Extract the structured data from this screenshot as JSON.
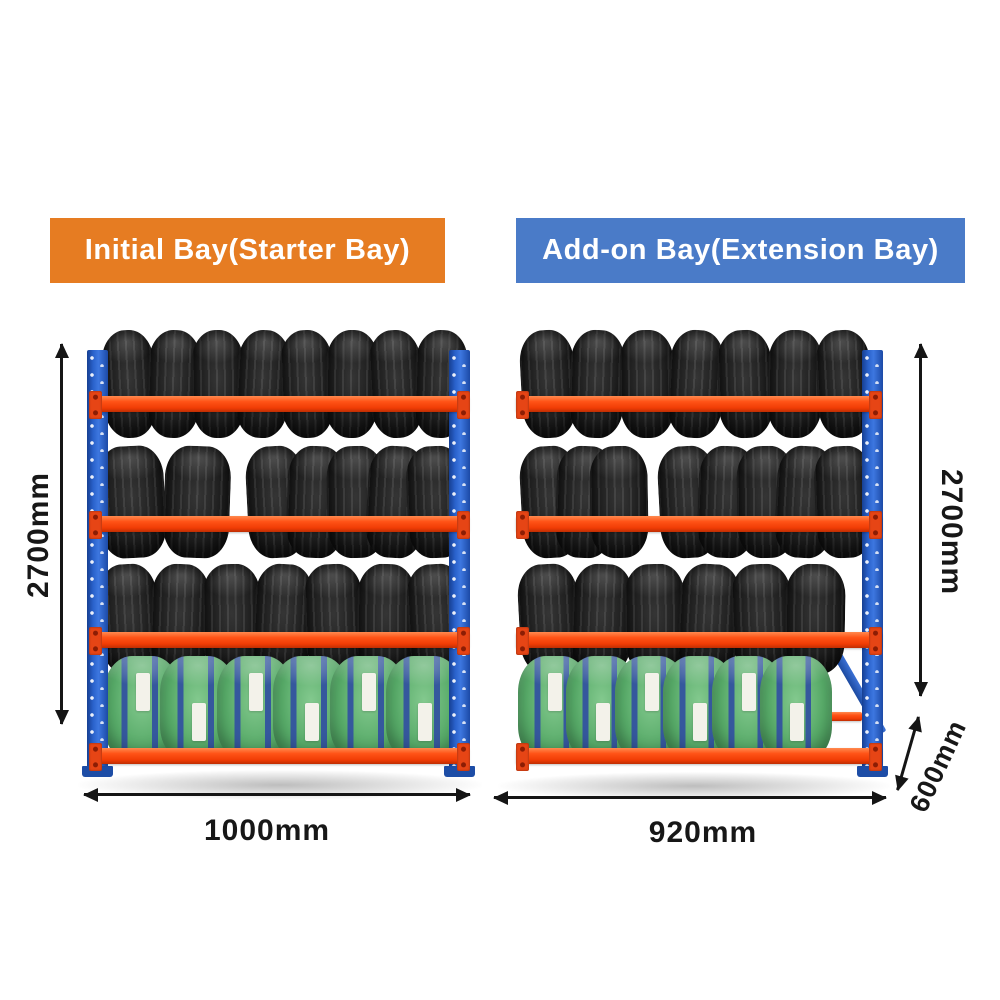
{
  "banners": {
    "starter": {
      "label": "Initial Bay(Starter Bay)",
      "bg_color": "#E67C22",
      "text_color": "#FFFFFF"
    },
    "extension": {
      "label": "Add-on Bay(Extension Bay)",
      "bg_color": "#4A7BC8",
      "text_color": "#FFFFFF"
    }
  },
  "dimensions": {
    "starter_height": "2700mm",
    "starter_width": "1000mm",
    "extension_height": "2700mm",
    "extension_width": "920mm",
    "extension_depth": "600mm"
  },
  "racks": [
    {
      "id": "starter",
      "shelf_count": 4,
      "shelves": [
        {
          "level": 1,
          "groups": [
            {
              "type": "black",
              "count": 8
            }
          ]
        },
        {
          "level": 2,
          "groups": [
            {
              "type": "black",
              "count": 2
            },
            {
              "type": "black",
              "count": 5
            }
          ]
        },
        {
          "level": 3,
          "groups": [
            {
              "type": "black",
              "count": 7
            }
          ]
        },
        {
          "level": 4,
          "groups": [
            {
              "type": "green",
              "count": 6
            }
          ]
        }
      ]
    },
    {
      "id": "extension",
      "shelf_count": 4,
      "shelves": [
        {
          "level": 1,
          "groups": [
            {
              "type": "black",
              "count": 7
            }
          ]
        },
        {
          "level": 2,
          "groups": [
            {
              "type": "black",
              "count": 3
            },
            {
              "type": "black",
              "count": 5
            }
          ]
        },
        {
          "level": 3,
          "groups": [
            {
              "type": "black",
              "count": 6
            }
          ]
        },
        {
          "level": 4,
          "groups": [
            {
              "type": "green",
              "count": 6
            }
          ]
        }
      ]
    }
  ],
  "colors": {
    "beam_orange": "#FF4E10",
    "upright_blue": "#2458B8",
    "tire_black": "#1E1E1E",
    "wrap_green": "#57AA68",
    "strap_blue": "#35589D",
    "arrow_black": "#151515",
    "background": "#FFFFFF"
  }
}
